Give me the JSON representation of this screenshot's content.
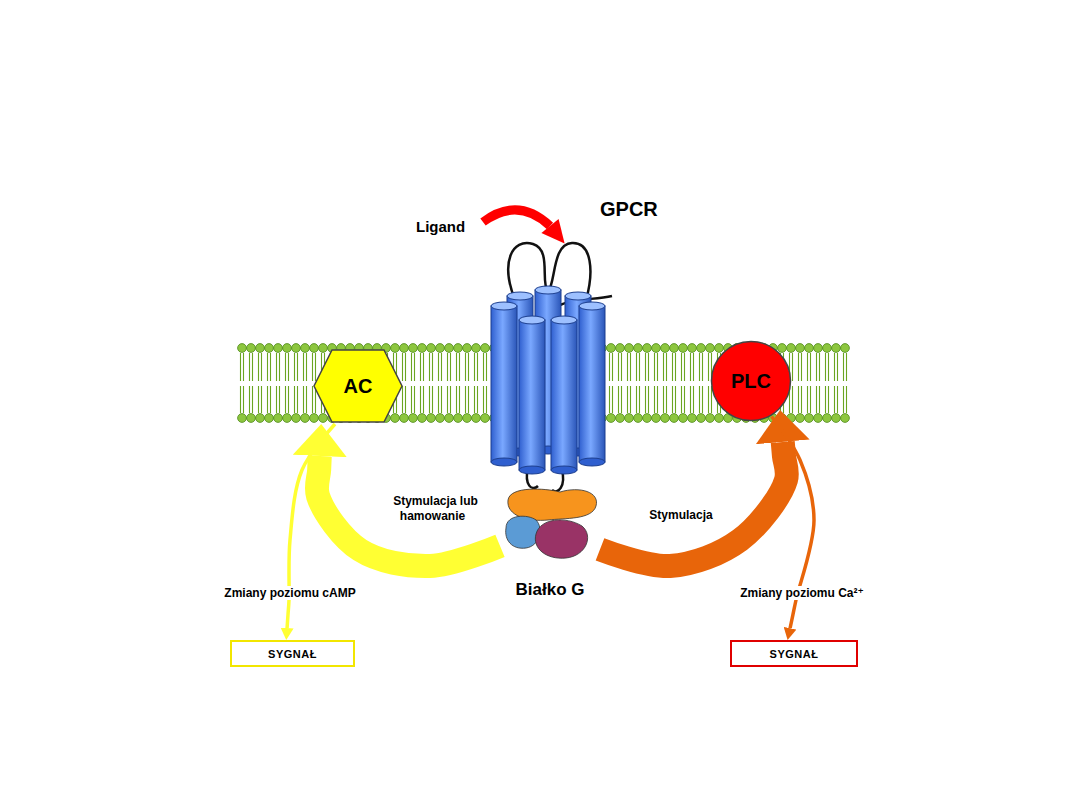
{
  "diagram": {
    "nodes": [
      {
        "text": [
          "GPCR"
        ]
      },
      {
        "text": [
          "AC"
        ]
      },
      {
        "text": [
          "PLC"
        ]
      },
      {
        "text": [
          "Białko G"
        ]
      },
      {
        "text": [
          "SYGNAŁ"
        ]
      },
      {
        "text": [
          "SYGNAŁ"
        ]
      }
    ],
    "edges": [
      {
        "from": 3,
        "to": 1,
        "label": "Stymulacja lub hamowanie",
        "arrow": "to"
      },
      {
        "from": 3,
        "to": 2,
        "label": "Stymulacja",
        "arrow": "to"
      },
      {
        "from": 1,
        "to": 4,
        "label": "Zmiany poziomu cAMP",
        "arrow": "to"
      },
      {
        "from": 2,
        "to": 5,
        "label": "Zmiany poziomu Ca²⁺",
        "arrow": "to"
      }
    ],
    "labels": [
      "Ligand"
    ]
  }
}
